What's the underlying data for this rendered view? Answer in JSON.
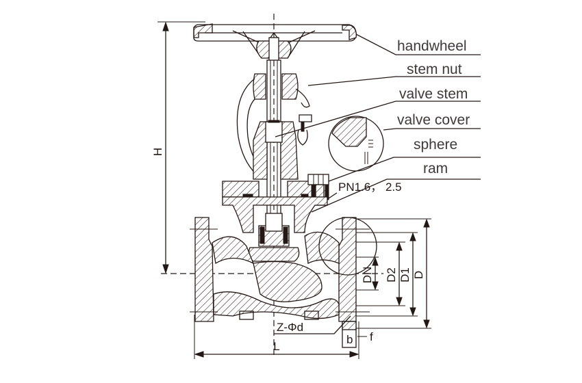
{
  "title": "Globe valve structure diagram",
  "callouts": [
    {
      "label": "handwheel"
    },
    {
      "label": "stem nut"
    },
    {
      "label": "valve stem"
    },
    {
      "label": "valve cover"
    },
    {
      "label": "sphere"
    },
    {
      "label": "ram"
    }
  ],
  "pressure_rating": "PN1.6， 2.5",
  "dimensions": {
    "height": "H",
    "length": "L",
    "nominal_diameter": "DN",
    "d2": "D2",
    "d1": "D1",
    "d": "D",
    "flange_thickness": "b",
    "raised_face": "f",
    "bolt_holes": "Z-Φd"
  },
  "colors": {
    "line": "#231815",
    "label_text": "#3e3a39",
    "background": "#ffffff"
  }
}
